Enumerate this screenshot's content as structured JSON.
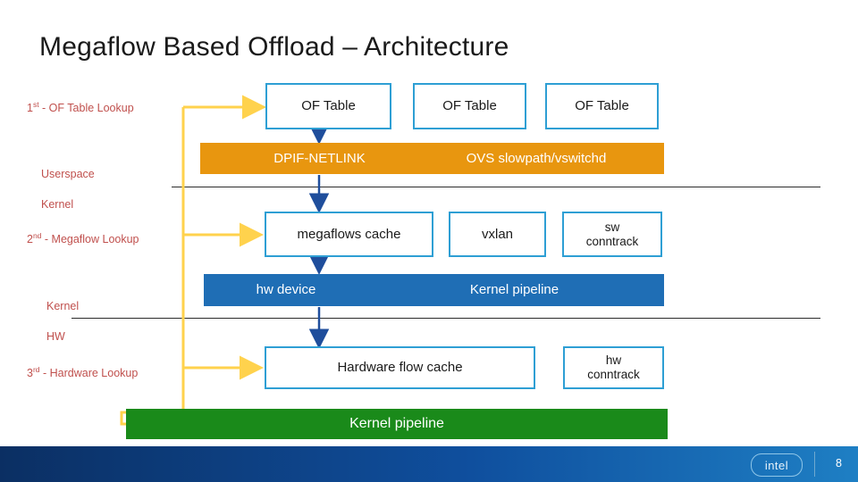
{
  "slide": {
    "title": "Megaflow Based Offload – Architecture",
    "page_number": "8",
    "brand": "intel"
  },
  "lookup_labels": [
    {
      "prefix": "1",
      "sup": "st",
      "text": " - OF Table Lookup"
    },
    {
      "prefix": "2",
      "sup": "nd",
      "text": " - Megaflow Lookup"
    },
    {
      "prefix": "3",
      "sup": "rd",
      "text": " - Hardware Lookup"
    }
  ],
  "layer_labels": [
    {
      "label": "Userspace"
    },
    {
      "label": "Kernel"
    },
    {
      "label": "Kernel"
    },
    {
      "label": "HW"
    }
  ],
  "boxes": {
    "of_table_1": "OF Table",
    "of_table_2": "OF Table",
    "of_table_3": "OF Table",
    "dpif_netlink": "DPIF-NETLINK",
    "ovs_slowpath": "OVS slowpath/vswitchd",
    "megaflows_cache": "megaflows cache",
    "vxlan": "vxlan",
    "sw_conntrack": "sw\nconntrack",
    "hw_device": "hw device",
    "kernel_pipeline_blue": "Kernel pipeline",
    "hardware_flow_cache": "Hardware flow cache",
    "hw_conntrack": "hw\nconntrack",
    "kernel_pipeline_green": "Kernel pipeline"
  },
  "colors": {
    "accent_blue": "#2e9fd4",
    "orange": "#e8960f",
    "solid_blue": "#1f6eb5",
    "green": "#1a8a1a",
    "label_red": "#c0504d",
    "yellow_arrow": "#ffd24d",
    "navy_arrow": "#1f4e9c"
  }
}
